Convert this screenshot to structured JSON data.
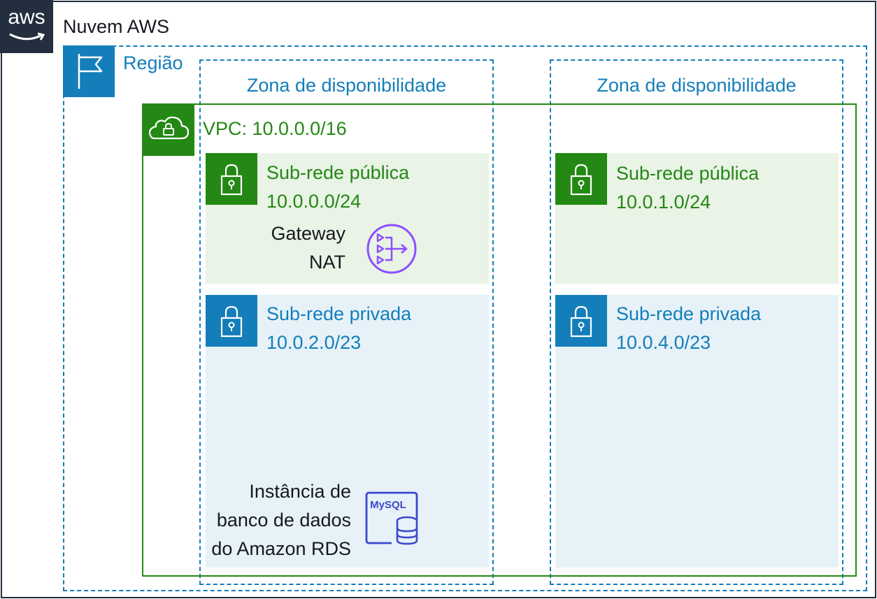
{
  "cloud": {
    "title": "Nuvem AWS",
    "logo_text": "aws"
  },
  "region": {
    "title": "Região"
  },
  "availability_zones": [
    {
      "title": "Zona de disponibilidade"
    },
    {
      "title": "Zona de disponibilidade"
    }
  ],
  "vpc": {
    "title": "VPC: 10.0.0.0/16"
  },
  "subnets": {
    "public_1": {
      "name": "Sub-rede pública",
      "cidr": "10.0.0.0/24"
    },
    "public_2": {
      "name": "Sub-rede pública",
      "cidr": "10.0.1.0/24"
    },
    "private_1": {
      "name": "Sub-rede privada",
      "cidr": "10.0.2.0/23"
    },
    "private_2": {
      "name": "Sub-rede privada",
      "cidr": "10.0.4.0/23"
    }
  },
  "nat_gateway": {
    "line1": "Gateway",
    "line2": "NAT"
  },
  "rds_instance": {
    "line1": "Instância de",
    "line2": "banco de dados",
    "line3": "do Amazon RDS",
    "badge": "MySQL"
  },
  "colors": {
    "cloud": "#232f3e",
    "region": "#147eba",
    "vpc": "#248814",
    "public_subnet_bg": "#e9f3e6",
    "private_subnet_bg": "#e6f2f8",
    "nat_icon": "#8c4fff",
    "rds_icon": "#3b48cc"
  },
  "icons": {
    "cloud": "aws-logo-icon",
    "region": "region-flag-icon",
    "vpc": "vpc-cloud-lock-icon",
    "subnet": "padlock-icon",
    "nat": "nat-gateway-icon",
    "rds": "rds-mysql-icon"
  }
}
